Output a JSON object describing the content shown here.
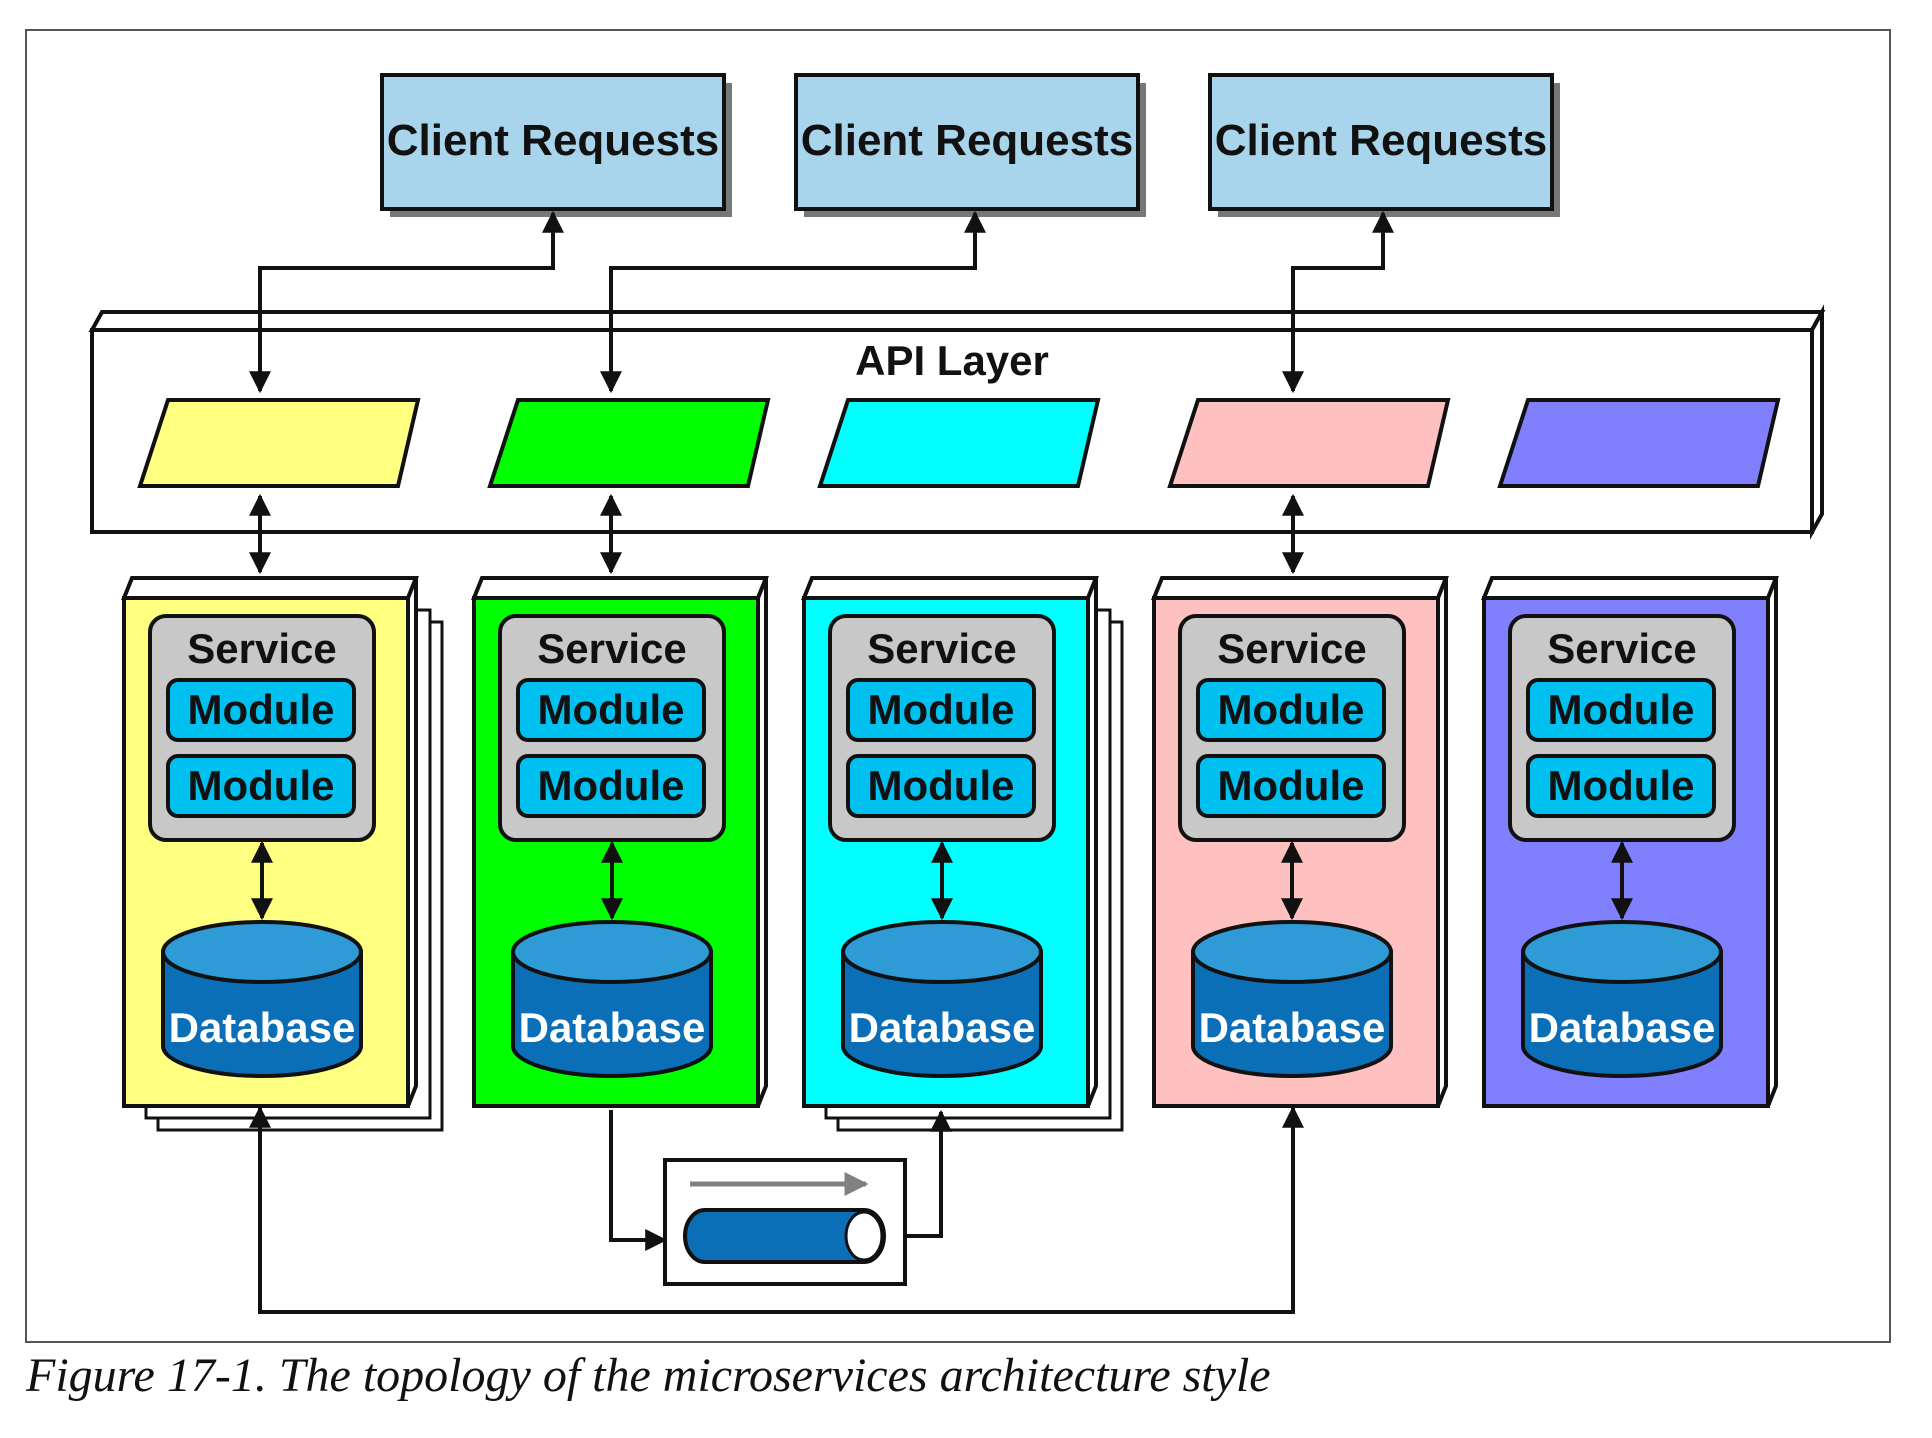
{
  "clients": [
    {
      "label": "Client Requests"
    },
    {
      "label": "Client Requests"
    },
    {
      "label": "Client Requests"
    }
  ],
  "api_layer": {
    "title": "API Layer"
  },
  "services": [
    {
      "color": "#FFFF80",
      "service_label": "Service",
      "modules": [
        "Module",
        "Module"
      ],
      "database_label": "Database"
    },
    {
      "color": "#00FF00",
      "service_label": "Service",
      "modules": [
        "Module",
        "Module"
      ],
      "database_label": "Database"
    },
    {
      "color": "#00FFFF",
      "service_label": "Service",
      "modules": [
        "Module",
        "Module"
      ],
      "database_label": "Database"
    },
    {
      "color": "#FFC0C0",
      "service_label": "Service",
      "modules": [
        "Module",
        "Module"
      ],
      "database_label": "Database"
    },
    {
      "color": "#8080FF",
      "service_label": "Service",
      "modules": [
        "Module",
        "Module"
      ],
      "database_label": "Database"
    }
  ],
  "colors": {
    "client_box": "#A8D4EC",
    "module_box": "#00C0F0",
    "service_box": "#C8C8C8",
    "database_top": "#2E9BD6",
    "database_body": "#0B6FB8",
    "queue_body": "#0B6FB8",
    "queue_arrow": "#808080"
  },
  "caption": "Figure 17-1. The topology of the microservices architecture style"
}
